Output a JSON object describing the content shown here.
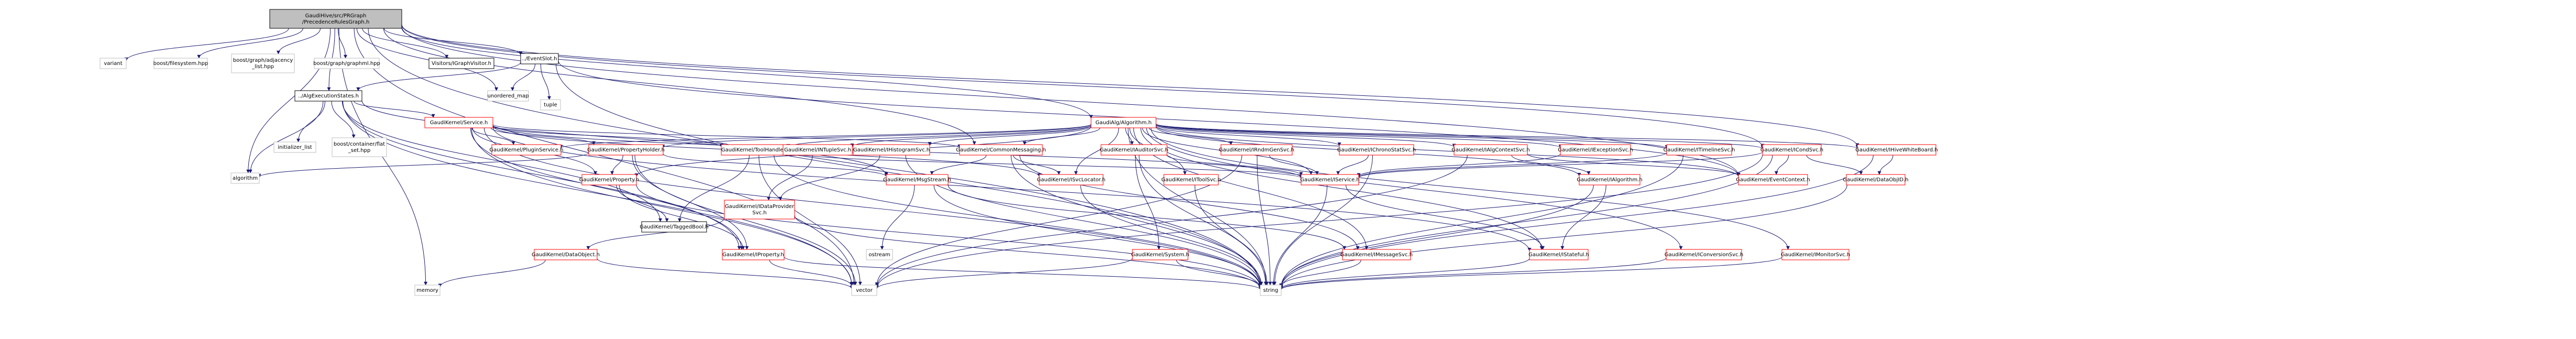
{
  "colors": {
    "root_fill": "#bfbfbf",
    "node_fill": "#ffffff",
    "edge": "#191970",
    "red_border": "#ff0000",
    "grey_border": "#bfbfbf",
    "black_border": "#000000",
    "text": "#000000"
  },
  "nodes": [
    {
      "id": "root",
      "label": [
        "GaudiHive/src/PRGraph",
        "/PrecedenceRulesGraph.h"
      ],
      "style": "root"
    },
    {
      "id": "variant",
      "label": [
        "variant"
      ],
      "style": "grey"
    },
    {
      "id": "filesystem",
      "label": [
        "boost/filesystem.hpp"
      ],
      "style": "grey"
    },
    {
      "id": "adjlist",
      "label": [
        "boost/graph/adjacency",
        "_list.hpp"
      ],
      "style": "grey"
    },
    {
      "id": "graphml",
      "label": [
        "boost/graph/graphml.hpp"
      ],
      "style": "grey"
    },
    {
      "id": "visitors",
      "label": [
        "Visitors/IGraphVisitor.h"
      ],
      "style": "black"
    },
    {
      "id": "eventslot",
      "label": [
        "../EventSlot.h"
      ],
      "style": "black"
    },
    {
      "id": "unordered_map",
      "label": [
        "unordered_map"
      ],
      "style": "grey"
    },
    {
      "id": "algexec",
      "label": [
        "../AlgExecutionStates.h"
      ],
      "style": "black"
    },
    {
      "id": "tuple",
      "label": [
        "tuple"
      ],
      "style": "grey"
    },
    {
      "id": "initlist",
      "label": [
        "initializer_list"
      ],
      "style": "grey"
    },
    {
      "id": "flatset",
      "label": [
        "boost/container/flat",
        "_set.hpp"
      ],
      "style": "grey"
    },
    {
      "id": "service",
      "label": [
        "GaudiKernel/Service.h"
      ],
      "style": "red"
    },
    {
      "id": "algorithm_h",
      "label": [
        "GaudiAlg/Algorithm.h"
      ],
      "style": "red"
    },
    {
      "id": "ipluginsvc",
      "label": [
        "GaudiKernel/PluginService.h"
      ],
      "style": "red"
    },
    {
      "id": "propholder",
      "label": [
        "GaudiKernel/PropertyHolder.h"
      ],
      "style": "red"
    },
    {
      "id": "toolhandle",
      "label": [
        "GaudiKernel/ToolHandle.h"
      ],
      "style": "red"
    },
    {
      "id": "ihistosvc",
      "label": [
        "GaudiKernel/IHistogramSvc.h"
      ],
      "style": "red"
    },
    {
      "id": "intuplesvc",
      "label": [
        "GaudiKernel/INTupleSvc.h"
      ],
      "style": "red"
    },
    {
      "id": "commonmsg",
      "label": [
        "GaudiKernel/CommonMessaging.h"
      ],
      "style": "red"
    },
    {
      "id": "iauditorsvc",
      "label": [
        "GaudiKernel/IAuditorSvc.h"
      ],
      "style": "red"
    },
    {
      "id": "irndmgensvc",
      "label": [
        "GaudiKernel/IRndmGenSvc.h"
      ],
      "style": "red"
    },
    {
      "id": "ichronostat",
      "label": [
        "GaudiKernel/IChronoStatSvc.h"
      ],
      "style": "red"
    },
    {
      "id": "ialgcontext",
      "label": [
        "GaudiKernel/IAlgContextSvc.h"
      ],
      "style": "red"
    },
    {
      "id": "iexception",
      "label": [
        "GaudiKernel/IExceptionSvc.h"
      ],
      "style": "red"
    },
    {
      "id": "itimeline",
      "label": [
        "GaudiKernel/ITimelineSvc.h"
      ],
      "style": "red"
    },
    {
      "id": "icondsvc",
      "label": [
        "GaudiKernel/ICondSvc.h"
      ],
      "style": "red"
    },
    {
      "id": "ihivewb",
      "label": [
        "GaudiKernel/IHiveWhiteBoard.h"
      ],
      "style": "red"
    },
    {
      "id": "algorithm",
      "label": [
        "algorithm"
      ],
      "style": "grey"
    },
    {
      "id": "property",
      "label": [
        "GaudiKernel/Property.h"
      ],
      "style": "red"
    },
    {
      "id": "idataprov",
      "label": [
        "GaudiKernel/IDataProvider",
        "Svc.h"
      ],
      "style": "red"
    },
    {
      "id": "imsgstream",
      "label": [
        "GaudiKernel/MsgStream.h"
      ],
      "style": "red"
    },
    {
      "id": "isvclocator",
      "label": [
        "GaudiKernel/ISvcLocator.h"
      ],
      "style": "red"
    },
    {
      "id": "itoolsvc",
      "label": [
        "GaudiKernel/IToolSvc.h"
      ],
      "style": "red"
    },
    {
      "id": "iservice",
      "label": [
        "GaudiKernel/IService.h"
      ],
      "style": "red"
    },
    {
      "id": "ialgorithm",
      "label": [
        "GaudiKernel/IAlgorithm.h"
      ],
      "style": "red"
    },
    {
      "id": "eventcontext",
      "label": [
        "GaudiKernel/EventContext.h"
      ],
      "style": "red"
    },
    {
      "id": "dataobjid",
      "label": [
        "GaudiKernel/DataObjID.h"
      ],
      "style": "red"
    },
    {
      "id": "dataobject",
      "label": [
        "GaudiKernel/DataObject.h"
      ],
      "style": "red"
    },
    {
      "id": "taggedbool",
      "label": [
        "GaudiKernel/TaggedBool.h"
      ],
      "style": "black"
    },
    {
      "id": "iproperty",
      "label": [
        "GaudiKernel/IProperty.h"
      ],
      "style": "red"
    },
    {
      "id": "ostream",
      "label": [
        "ostream"
      ],
      "style": "grey"
    },
    {
      "id": "system",
      "label": [
        "GaudiKernel/System.h"
      ],
      "style": "red"
    },
    {
      "id": "imessagesvc",
      "label": [
        "GaudiKernel/IMessageSvc.h"
      ],
      "style": "red"
    },
    {
      "id": "istateful",
      "label": [
        "GaudiKernel/IStateful.h"
      ],
      "style": "red"
    },
    {
      "id": "iconversion",
      "label": [
        "GaudiKernel/IConversionSvc.h"
      ],
      "style": "red"
    },
    {
      "id": "imonitorsvc",
      "label": [
        "GaudiKernel/IMonitorSvc.h"
      ],
      "style": "red"
    },
    {
      "id": "memory",
      "label": [
        "memory"
      ],
      "style": "grey"
    },
    {
      "id": "vector",
      "label": [
        "vector"
      ],
      "style": "grey"
    },
    {
      "id": "string",
      "label": [
        "string"
      ],
      "style": "grey"
    }
  ],
  "edges": [
    [
      "root",
      "variant"
    ],
    [
      "root",
      "filesystem"
    ],
    [
      "root",
      "adjlist"
    ],
    [
      "root",
      "graphml"
    ],
    [
      "root",
      "visitors"
    ],
    [
      "root",
      "eventslot"
    ],
    [
      "root",
      "unordered_map"
    ],
    [
      "root",
      "algexec"
    ],
    [
      "root",
      "algorithm_h"
    ],
    [
      "root",
      "commonmsg"
    ],
    [
      "root",
      "icondsvc"
    ],
    [
      "root",
      "ihivewb"
    ],
    [
      "root",
      "eventcontext"
    ],
    [
      "root",
      "algorithm"
    ],
    [
      "root",
      "memory"
    ],
    [
      "root",
      "vector"
    ],
    [
      "root",
      "string"
    ],
    [
      "eventslot",
      "unordered_map"
    ],
    [
      "eventslot",
      "algexec"
    ],
    [
      "eventslot",
      "tuple"
    ],
    [
      "eventslot",
      "eventcontext"
    ],
    [
      "eventslot",
      "string"
    ],
    [
      "algexec",
      "initlist"
    ],
    [
      "algexec",
      "flatset"
    ],
    [
      "algexec",
      "service"
    ],
    [
      "algexec",
      "algorithm"
    ],
    [
      "algexec",
      "vector"
    ],
    [
      "algexec",
      "iproperty"
    ],
    [
      "algexec",
      "taggedbool"
    ],
    [
      "algexec",
      "imsgstream"
    ],
    [
      "service",
      "ipluginsvc"
    ],
    [
      "service",
      "propholder"
    ],
    [
      "service",
      "toolhandle"
    ],
    [
      "service",
      "commonmsg"
    ],
    [
      "service",
      "iservice"
    ],
    [
      "service",
      "isvclocator"
    ],
    [
      "service",
      "property"
    ],
    [
      "service",
      "iproperty"
    ],
    [
      "service",
      "istateful"
    ],
    [
      "service",
      "vector"
    ],
    [
      "service",
      "string"
    ],
    [
      "algorithm_h",
      "ipluginsvc"
    ],
    [
      "algorithm_h",
      "propholder"
    ],
    [
      "algorithm_h",
      "toolhandle"
    ],
    [
      "algorithm_h",
      "ihistosvc"
    ],
    [
      "algorithm_h",
      "intuplesvc"
    ],
    [
      "algorithm_h",
      "commonmsg"
    ],
    [
      "algorithm_h",
      "iauditorsvc"
    ],
    [
      "algorithm_h",
      "irndmgensvc"
    ],
    [
      "algorithm_h",
      "ichronostat"
    ],
    [
      "algorithm_h",
      "ialgcontext"
    ],
    [
      "algorithm_h",
      "iexception"
    ],
    [
      "algorithm_h",
      "itimeline"
    ],
    [
      "algorithm_h",
      "icondsvc"
    ],
    [
      "algorithm_h",
      "ihivewb"
    ],
    [
      "algorithm_h",
      "ialgorithm"
    ],
    [
      "algorithm_h",
      "iservice"
    ],
    [
      "algorithm_h",
      "isvclocator"
    ],
    [
      "algorithm_h",
      "itoolsvc"
    ],
    [
      "algorithm_h",
      "imessagesvc"
    ],
    [
      "algorithm_h",
      "iconversion"
    ],
    [
      "algorithm_h",
      "imonitorsvc"
    ],
    [
      "algorithm_h",
      "property"
    ],
    [
      "algorithm_h",
      "eventcontext"
    ],
    [
      "algorithm_h",
      "istateful"
    ],
    [
      "algorithm_h",
      "string"
    ],
    [
      "propholder",
      "algorithm"
    ],
    [
      "propholder",
      "property"
    ],
    [
      "propholder",
      "iproperty"
    ],
    [
      "propholder",
      "imsgstream"
    ],
    [
      "propholder",
      "vector"
    ],
    [
      "toolhandle",
      "taggedbool"
    ],
    [
      "toolhandle",
      "vector"
    ],
    [
      "toolhandle",
      "string"
    ],
    [
      "toolhandle",
      "iservice"
    ],
    [
      "ihistosvc",
      "idataprov"
    ],
    [
      "ihistosvc",
      "string"
    ],
    [
      "intuplesvc",
      "idataprov"
    ],
    [
      "commonmsg",
      "imsgstream"
    ],
    [
      "commonmsg",
      "isvclocator"
    ],
    [
      "commonmsg",
      "imessagesvc"
    ],
    [
      "commonmsg",
      "string"
    ],
    [
      "iauditorsvc",
      "iservice"
    ],
    [
      "iauditorsvc",
      "string"
    ],
    [
      "iauditorsvc",
      "system"
    ],
    [
      "irndmgensvc",
      "iservice"
    ],
    [
      "irndmgensvc",
      "string"
    ],
    [
      "irndmgensvc",
      "vector"
    ],
    [
      "ichronostat",
      "iservice"
    ],
    [
      "ichronostat",
      "string"
    ],
    [
      "ialgcontext",
      "ialgorithm"
    ],
    [
      "ialgcontext",
      "eventcontext"
    ],
    [
      "ialgcontext",
      "vector"
    ],
    [
      "iexception",
      "iservice"
    ],
    [
      "itimeline",
      "iservice"
    ],
    [
      "itimeline",
      "string"
    ],
    [
      "icondsvc",
      "iservice"
    ],
    [
      "icondsvc",
      "dataobjid"
    ],
    [
      "icondsvc",
      "eventcontext"
    ],
    [
      "icondsvc",
      "string"
    ],
    [
      "icondsvc",
      "vector"
    ],
    [
      "ihivewb",
      "dataobjid"
    ],
    [
      "ihivewb",
      "string"
    ],
    [
      "property",
      "taggedbool"
    ],
    [
      "property",
      "iproperty"
    ],
    [
      "property",
      "string"
    ],
    [
      "idataprov",
      "dataobject"
    ],
    [
      "idataprov",
      "string"
    ],
    [
      "imsgstream",
      "ostream"
    ],
    [
      "imsgstream",
      "string"
    ],
    [
      "imsgstream",
      "imessagesvc"
    ],
    [
      "isvclocator",
      "string"
    ],
    [
      "itoolsvc",
      "string"
    ],
    [
      "iservice",
      "istateful"
    ],
    [
      "iservice",
      "string"
    ],
    [
      "ialgorithm",
      "istateful"
    ],
    [
      "ialgorithm",
      "string"
    ],
    [
      "dataobject",
      "memory"
    ],
    [
      "dataobject",
      "vector"
    ],
    [
      "iproperty",
      "string"
    ],
    [
      "iproperty",
      "vector"
    ],
    [
      "system",
      "string"
    ],
    [
      "system",
      "vector"
    ],
    [
      "imessagesvc",
      "string"
    ],
    [
      "istateful",
      "string"
    ],
    [
      "iconversion",
      "string"
    ],
    [
      "imonitorsvc",
      "string"
    ],
    [
      "dataobjid",
      "string"
    ]
  ]
}
